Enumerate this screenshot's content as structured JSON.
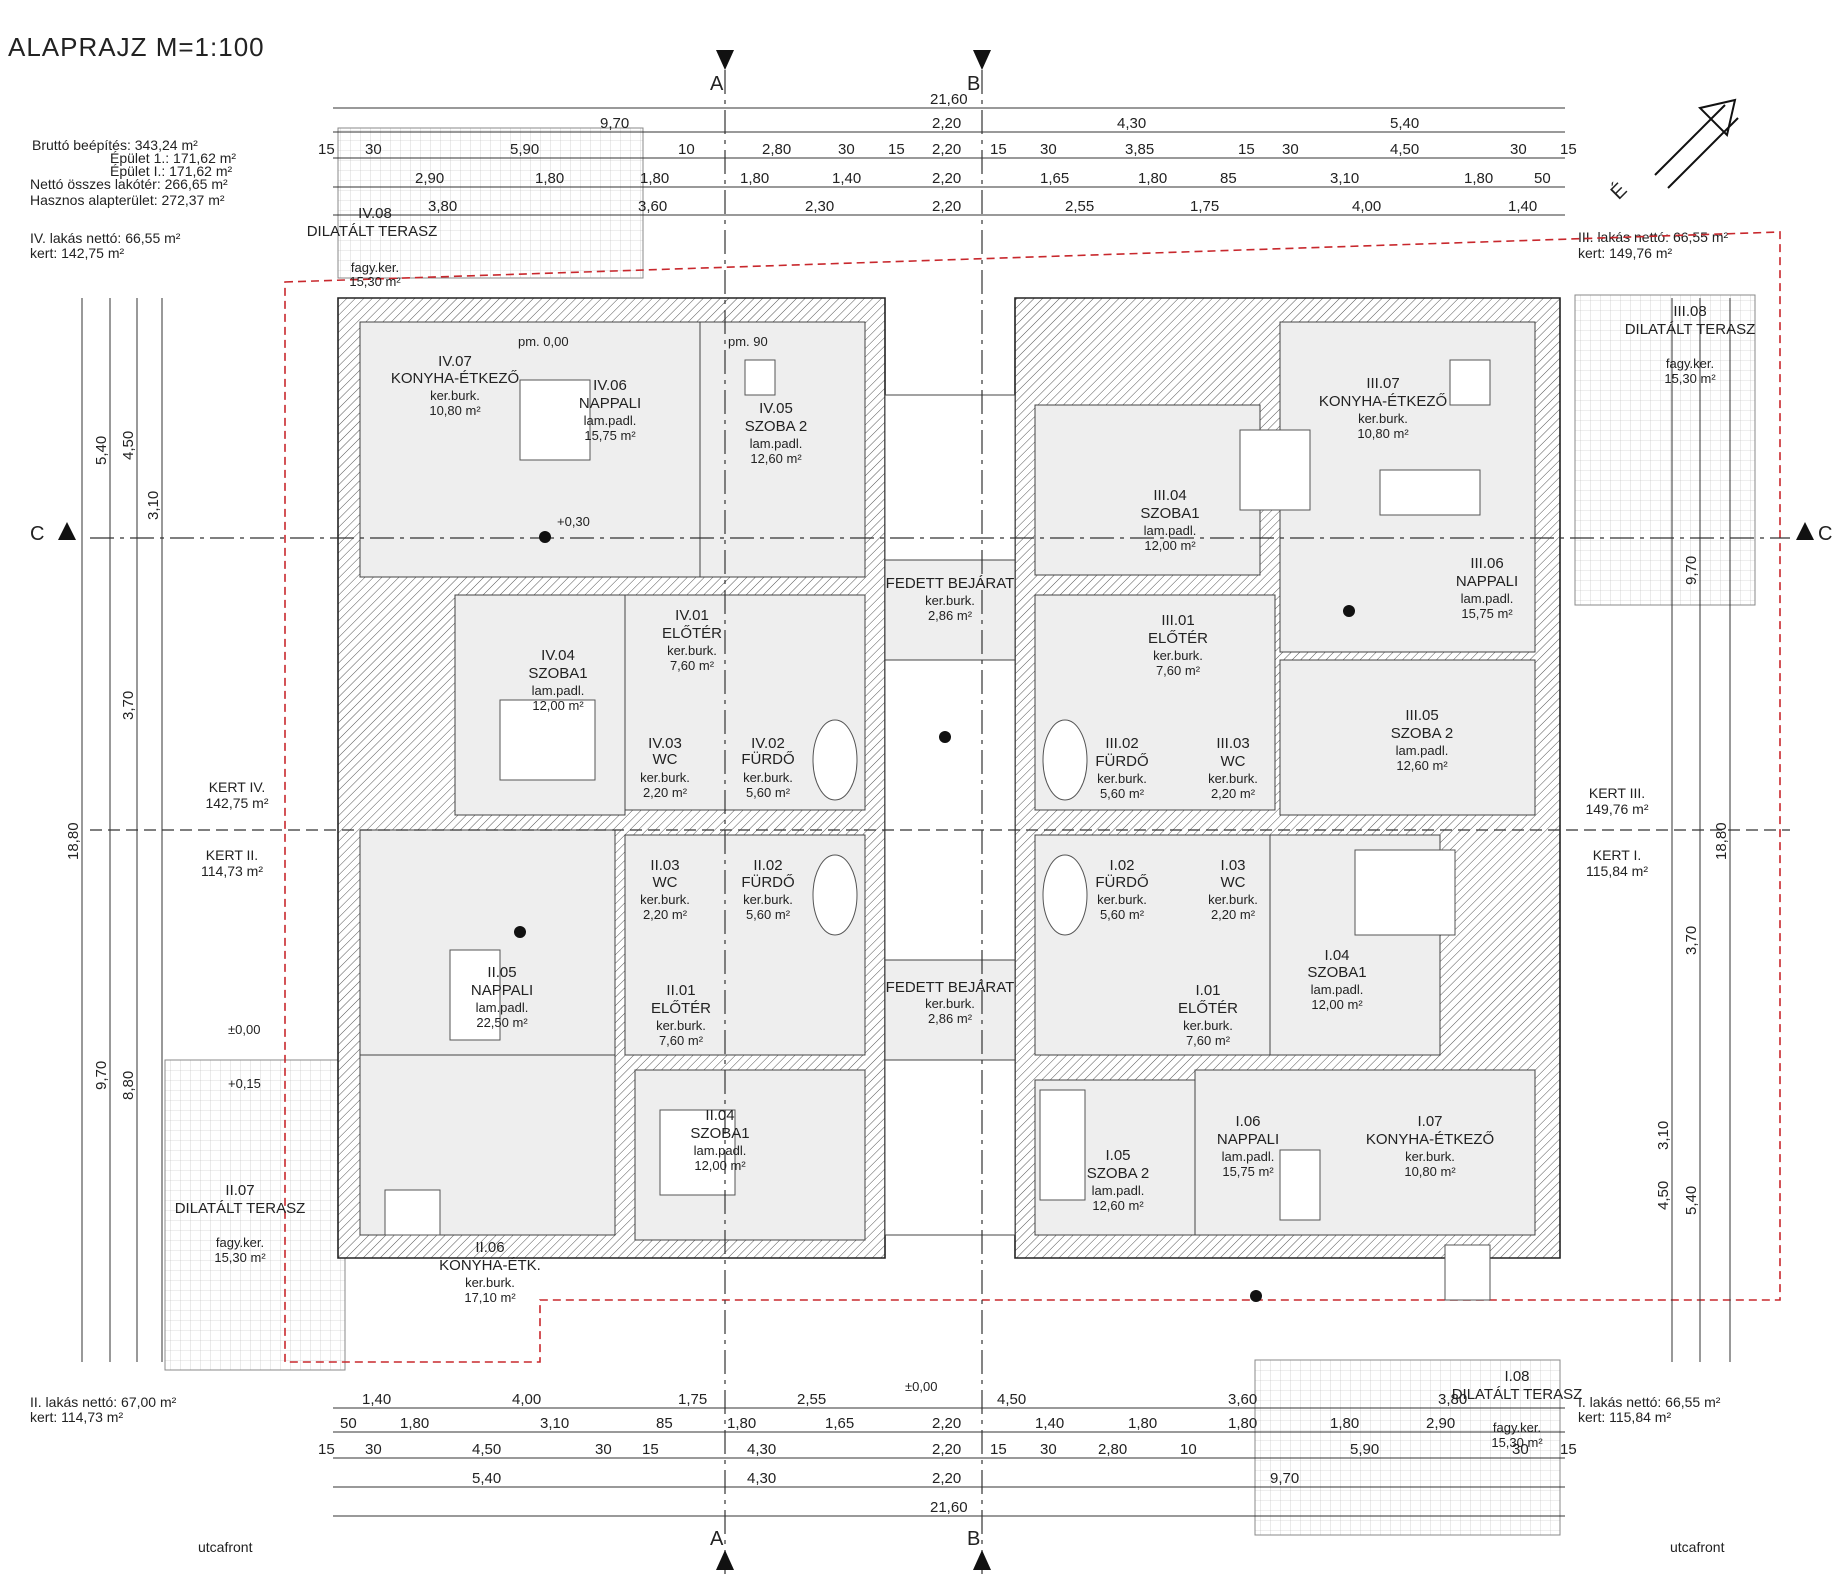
{
  "title": "ALAPRAJZ M=1:100",
  "summary": [
    {
      "text": "Bruttó beépítés: 343,24 m²"
    },
    {
      "text": "Épület 1.: 171,62 m²"
    },
    {
      "text": "Épület I.: 171,62 m²"
    },
    {
      "text": "Nettó összes lakótér: 266,65 m²"
    },
    {
      "text": "Hasznos alapterület: 272,37 m²"
    }
  ],
  "units": [
    {
      "label": "IV. lakás nettó: 66,55 m²",
      "garden": "kert: 142,75 m²"
    },
    {
      "label": "III. lakás nettó: 66,55 m²",
      "garden": "kert: 149,76 m²"
    },
    {
      "label": "II. lakás nettó: 67,00 m²",
      "garden": "kert: 114,73 m²"
    },
    {
      "label": "I. lakás nettó: 66,55 m²",
      "garden": "kert: 115,84 m²"
    }
  ],
  "rooms": [
    {
      "id": "IV.08",
      "name": "DILATÁLT TERASZ",
      "finish": "fagy.ker.",
      "area": "15,30 m²"
    },
    {
      "id": "IV.07",
      "name": "KONYHA-ÉTKEZŐ",
      "finish": "ker.burk.",
      "area": "10,80 m²"
    },
    {
      "id": "IV.06",
      "name": "NAPPALI",
      "finish": "lam.padl.",
      "area": "15,75 m²"
    },
    {
      "id": "IV.05",
      "name": "SZOBA 2",
      "finish": "lam.padl.",
      "area": "12,60 m²"
    },
    {
      "id": "IV.04",
      "name": "SZOBA1",
      "finish": "lam.padl.",
      "area": "12,00 m²"
    },
    {
      "id": "IV.01",
      "name": "ELŐTÉR",
      "finish": "ker.burk.",
      "area": "7,60 m²"
    },
    {
      "id": "IV.03",
      "name": "WC",
      "finish": "ker.burk.",
      "area": "2,20 m²"
    },
    {
      "id": "IV.02",
      "name": "FÜRDŐ",
      "finish": "ker.burk.",
      "area": "5,60 m²"
    },
    {
      "id": "III.08",
      "name": "DILATÁLT TERASZ",
      "finish": "fagy.ker.",
      "area": "15,30 m²"
    },
    {
      "id": "III.07",
      "name": "KONYHA-ÉTKEZŐ",
      "finish": "ker.burk.",
      "area": "10,80 m²"
    },
    {
      "id": "III.04",
      "name": "SZOBA1",
      "finish": "lam.padl.",
      "area": "12,00 m²"
    },
    {
      "id": "III.06",
      "name": "NAPPALI",
      "finish": "lam.padl.",
      "area": "15,75 m²"
    },
    {
      "id": "III.01",
      "name": "ELŐTÉR",
      "finish": "ker.burk.",
      "area": "7,60 m²"
    },
    {
      "id": "III.05",
      "name": "SZOBA 2",
      "finish": "lam.padl.",
      "area": "12,60 m²"
    },
    {
      "id": "III.02",
      "name": "FÜRDŐ",
      "finish": "ker.burk.",
      "area": "5,60 m²"
    },
    {
      "id": "III.03",
      "name": "WC",
      "finish": "ker.burk.",
      "area": "2,20 m²"
    },
    {
      "id": "II.05",
      "name": "NAPPALI",
      "finish": "lam.padl.",
      "area": "22,50 m²"
    },
    {
      "id": "II.03",
      "name": "WC",
      "finish": "ker.burk.",
      "area": "2,20 m²"
    },
    {
      "id": "II.02",
      "name": "FÜRDŐ",
      "finish": "ker.burk.",
      "area": "5,60 m²"
    },
    {
      "id": "II.01",
      "name": "ELŐTÉR",
      "finish": "ker.burk.",
      "area": "7,60 m²"
    },
    {
      "id": "II.04",
      "name": "SZOBA1",
      "finish": "lam.padl.",
      "area": "12,00 m²"
    },
    {
      "id": "II.06",
      "name": "KONYHA-ÉTK.",
      "finish": "ker.burk.",
      "area": "17,10 m²"
    },
    {
      "id": "II.07",
      "name": "DILATÁLT TERASZ",
      "finish": "fagy.ker.",
      "area": "15,30 m²"
    },
    {
      "id": "I.02",
      "name": "FÜRDŐ",
      "finish": "ker.burk.",
      "area": "5,60 m²"
    },
    {
      "id": "I.03",
      "name": "WC",
      "finish": "ker.burk.",
      "area": "2,20 m²"
    },
    {
      "id": "I.04",
      "name": "SZOBA1",
      "finish": "lam.padl.",
      "area": "12,00 m²"
    },
    {
      "id": "I.01",
      "name": "ELŐTÉR",
      "finish": "ker.burk.",
      "area": "7,60 m²"
    },
    {
      "id": "I.05",
      "name": "SZOBA 2",
      "finish": "lam.padl.",
      "area": "12,60 m²"
    },
    {
      "id": "I.06",
      "name": "NAPPALI",
      "finish": "lam.padl.",
      "area": "15,75 m²"
    },
    {
      "id": "I.07",
      "name": "KONYHA-ÉTKEZŐ",
      "finish": "ker.burk.",
      "area": "10,80 m²"
    },
    {
      "id": "I.08",
      "name": "DILATÁLT TERASZ",
      "finish": "fagy.ker.",
      "area": "15,30 m²"
    }
  ],
  "entrances": [
    {
      "name": "FEDETT BEJÁRAT",
      "finish": "ker.burk.",
      "area": "2,86 m²"
    },
    {
      "name": "FEDETT BEJÁRAT",
      "finish": "ker.burk.",
      "area": "2,86 m²"
    }
  ],
  "gardens": [
    {
      "name": "KERT IV.",
      "area": "142,75 m²"
    },
    {
      "name": "KERT III.",
      "area": "149,76 m²"
    },
    {
      "name": "KERT II.",
      "area": "114,73 m²"
    },
    {
      "name": "KERT I.",
      "area": "115,84 m²"
    }
  ],
  "levels": [
    "pm. 0,00",
    "pm. 90",
    "+0,30",
    "±0,00",
    "+0,15",
    "±0,00"
  ],
  "street": [
    "utcafront",
    "utcafront"
  ],
  "section_marks": {
    "a": "A",
    "b": "B",
    "c": "C"
  },
  "north": "É",
  "dims": {
    "top": {
      "total": "21,60",
      "row1": [
        "9,70",
        "2,20",
        "4,30",
        "5,40"
      ],
      "row2": [
        "15",
        "30",
        "5,90",
        "10",
        "2,80",
        "30",
        "15",
        "2,20",
        "15",
        "30",
        "3,85",
        "15",
        "30",
        "4,50",
        "30",
        "15"
      ],
      "row3": [
        "2,90",
        "1,80",
        "1,80",
        "1,80",
        "1,40",
        "2,20",
        "1,65",
        "1,80",
        "85",
        "3,10",
        "1,80",
        "50"
      ],
      "row4": [
        "3,80",
        "3,60",
        "2,30",
        "2,20",
        "2,55",
        "1,75",
        "4,00",
        "1,40"
      ]
    },
    "bottom": {
      "total": "21,60",
      "row1": [
        "1,40",
        "4,00",
        "1,75",
        "2,55",
        "4,50",
        "3,60",
        "3,80"
      ],
      "row2": [
        "50",
        "1,80",
        "3,10",
        "85",
        "1,80",
        "1,65",
        "2,20",
        "1,40",
        "1,80",
        "1,80",
        "1,80",
        "2,90"
      ],
      "row3": [
        "15",
        "30",
        "4,50",
        "30",
        "15",
        "4,30",
        "2,20",
        "15",
        "30",
        "2,80",
        "10",
        "5,90",
        "30",
        "15"
      ],
      "row4": [
        "5,40",
        "4,30",
        "2,20",
        "9,70"
      ]
    },
    "left": [
      "18,80",
      "9,70",
      "8,80",
      "5,40",
      "4,50",
      "3,70",
      "3,10"
    ],
    "right": [
      "18,80",
      "9,70",
      "5,40",
      "4,50",
      "3,70",
      "3,10"
    ]
  },
  "colors": {
    "plot_boundary": "#c8282d",
    "floor": "#eeeeee",
    "wall": "#222222"
  }
}
